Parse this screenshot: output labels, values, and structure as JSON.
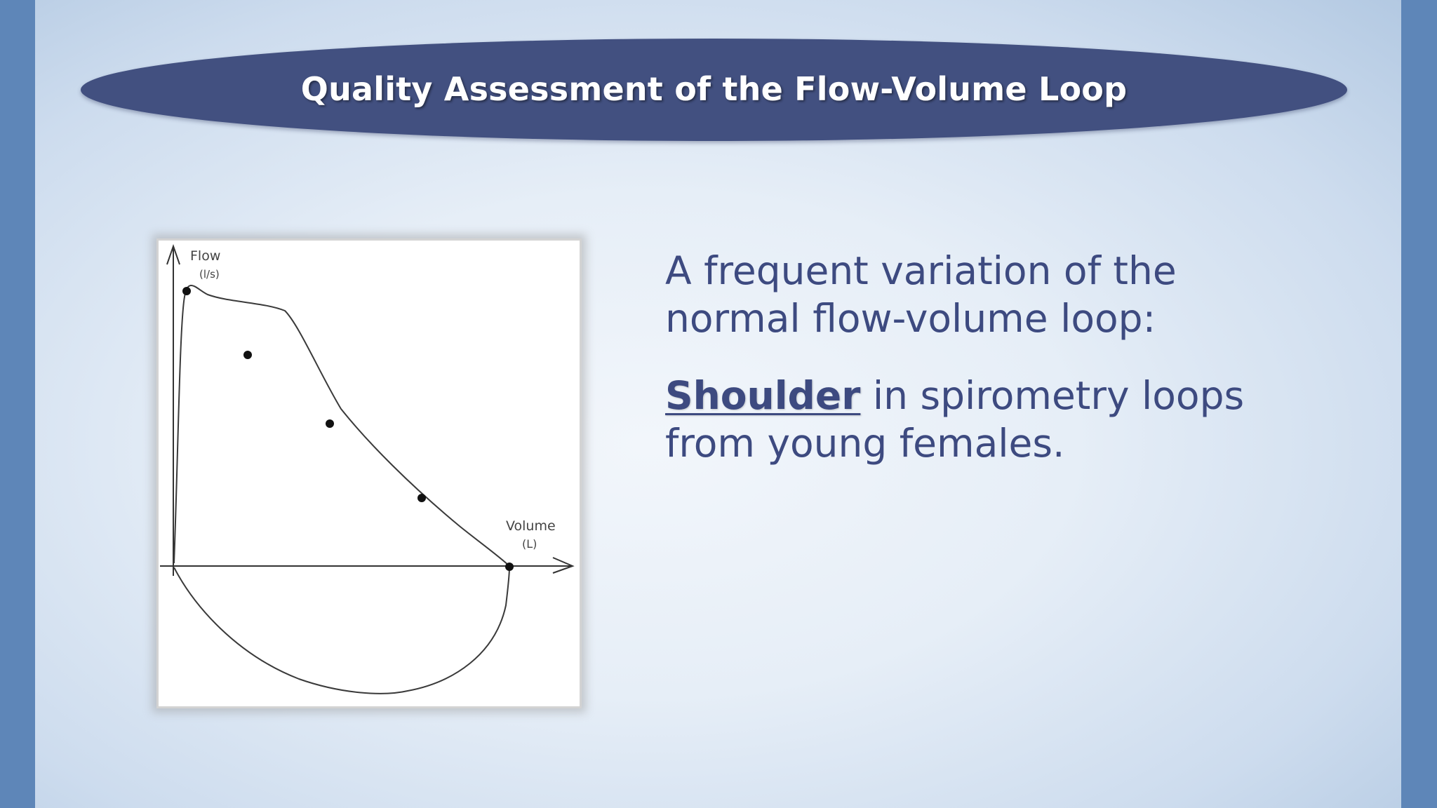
{
  "slide": {
    "title": "Quality Assessment of the Flow-Volume Loop",
    "paragraph1": "A frequent variation of the normal flow-volume loop:",
    "keyword": "Shoulder",
    "paragraph2_rest": " in spirometry loops from young females."
  },
  "figure": {
    "y_axis_label": "Flow",
    "y_axis_unit": "(l/s)",
    "x_axis_label": "Volume",
    "x_axis_unit": "(L)"
  },
  "colors": {
    "banner": "#425080",
    "text": "#3d4a80",
    "title_text": "#ffffff"
  }
}
